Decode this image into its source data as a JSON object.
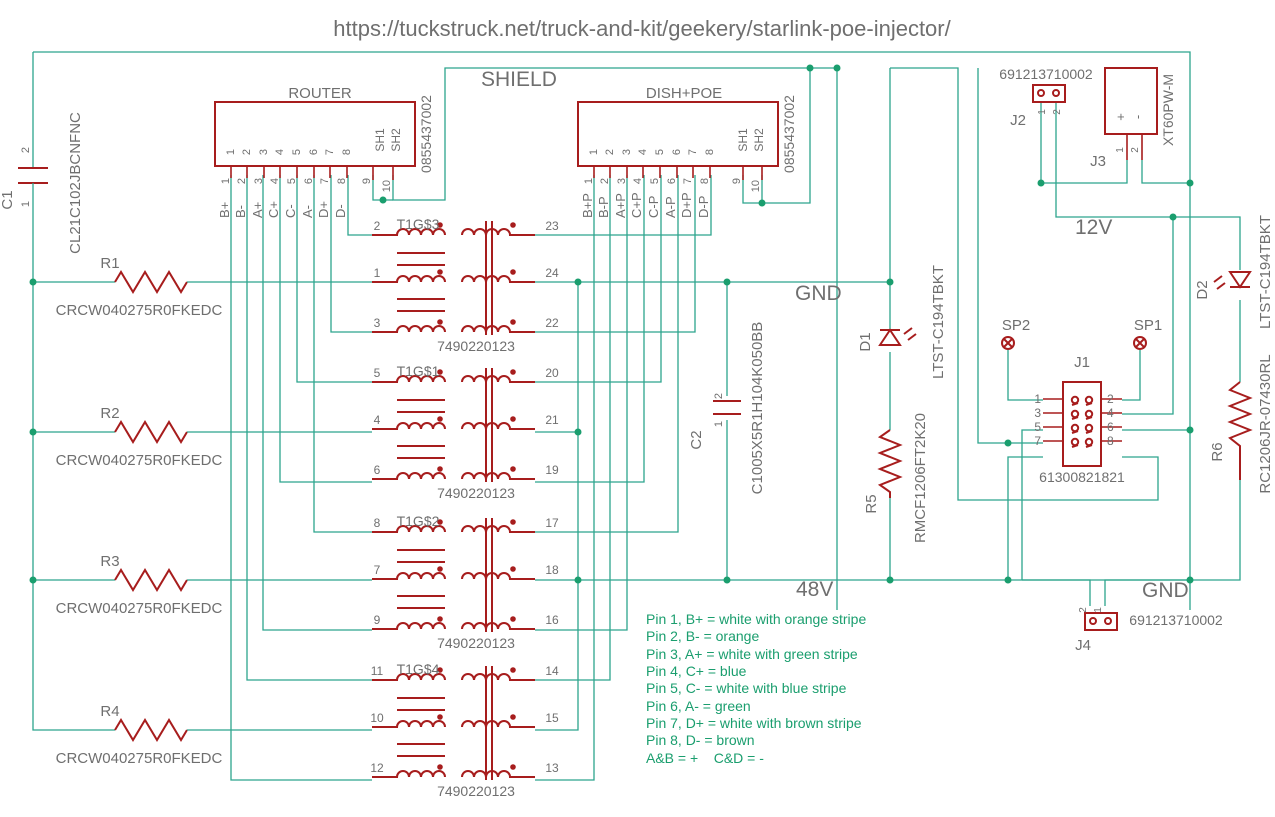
{
  "url": "https://tuckstruck.net/truck-and-kit/geekery/starlink-poe-injector/",
  "nets": {
    "shield": "SHIELD",
    "gnd": "GND",
    "gnd2": "GND",
    "v12": "12V",
    "v48": "48V"
  },
  "connectors": {
    "router": {
      "label": "ROUTER",
      "part": "0855437002",
      "sh1": "SH1",
      "sh2": "SH2",
      "pin9": "9",
      "pin10": "10",
      "pins": [
        "1",
        "2",
        "3",
        "4",
        "5",
        "6",
        "7",
        "8"
      ],
      "signals": [
        "B+",
        "B-",
        "A+",
        "C+",
        "C-",
        "A-",
        "D+",
        "D-"
      ]
    },
    "dish": {
      "label": "DISH+POE",
      "part": "0855437002",
      "sh1": "SH1",
      "sh2": "SH2",
      "pin9": "9",
      "pin10": "10",
      "pins": [
        "1",
        "2",
        "3",
        "4",
        "5",
        "6",
        "7",
        "8"
      ],
      "signals": [
        "B+P",
        "B-P",
        "A+P",
        "C+P",
        "C-P",
        "A-P",
        "D+P",
        "D-P"
      ]
    }
  },
  "transformers": [
    {
      "name": "T1G$3",
      "part": "7490220123",
      "left_pins": [
        "2",
        "1",
        "3"
      ],
      "right_pins": [
        "23",
        "24",
        "22"
      ]
    },
    {
      "name": "T1G$1",
      "part": "7490220123",
      "left_pins": [
        "5",
        "4",
        "6"
      ],
      "right_pins": [
        "20",
        "21",
        "19"
      ]
    },
    {
      "name": "T1G$2",
      "part": "7490220123",
      "left_pins": [
        "8",
        "7",
        "9"
      ],
      "right_pins": [
        "17",
        "18",
        "16"
      ]
    },
    {
      "name": "T1G$4",
      "part": "7490220123",
      "left_pins": [
        "11",
        "10",
        "12"
      ],
      "right_pins": [
        "14",
        "15",
        "13"
      ]
    }
  ],
  "resistors": [
    {
      "name": "R1",
      "part": "CRCW040275R0FKEDC"
    },
    {
      "name": "R2",
      "part": "CRCW040275R0FKEDC"
    },
    {
      "name": "R3",
      "part": "CRCW040275R0FKEDC"
    },
    {
      "name": "R4",
      "part": "CRCW040275R0FKEDC"
    }
  ],
  "c1": {
    "name": "C1",
    "part": "CL21C102JBCNFNC",
    "pin1": "1",
    "pin2": "2"
  },
  "c2": {
    "name": "C2",
    "part": "C1005X5R1H104K050BB",
    "pin1": "1",
    "pin2": "2"
  },
  "d1": {
    "name": "D1",
    "part": "LTST-C194TBKT"
  },
  "d2": {
    "name": "D2",
    "part": "LTST-C194TBKT"
  },
  "r5": {
    "name": "R5",
    "part": "RMCF1206FT2K20"
  },
  "r6": {
    "name": "R6",
    "part": "RC1206JR-07430RL"
  },
  "j1": {
    "name": "J1",
    "part": "61300821821",
    "pins_left": [
      "1",
      "3",
      "5",
      "7"
    ],
    "pins_right": [
      "2",
      "4",
      "6",
      "8"
    ]
  },
  "j2": {
    "name": "J2",
    "part": "691213710002",
    "pin1": "1",
    "pin2": "2"
  },
  "j3": {
    "name": "J3",
    "part": "XT60PW-M",
    "plus": "+",
    "minus": "-",
    "pin1": "1",
    "pin2": "2"
  },
  "j4": {
    "name": "J4",
    "part": "691213710002",
    "pin1": "1",
    "pin2": "2"
  },
  "sp1": "SP1",
  "sp2": "SP2",
  "notes": [
    "Pin 1, B+ = white with orange stripe",
    "Pin 2, B- = orange",
    "Pin 3, A+ = white with green stripe",
    "Pin 4, C+ = blue",
    "Pin 5, C- = white with blue stripe",
    "Pin 6, A- = green",
    "Pin 7, D+ = white with brown stripe",
    "Pin 8, D- = brown",
    "A&B = +    C&D = -"
  ],
  "colors": {
    "wire": "#2ca58d",
    "symbol": "#a71d1d",
    "label": "#6f6f6f",
    "note": "#1a9e6e"
  }
}
